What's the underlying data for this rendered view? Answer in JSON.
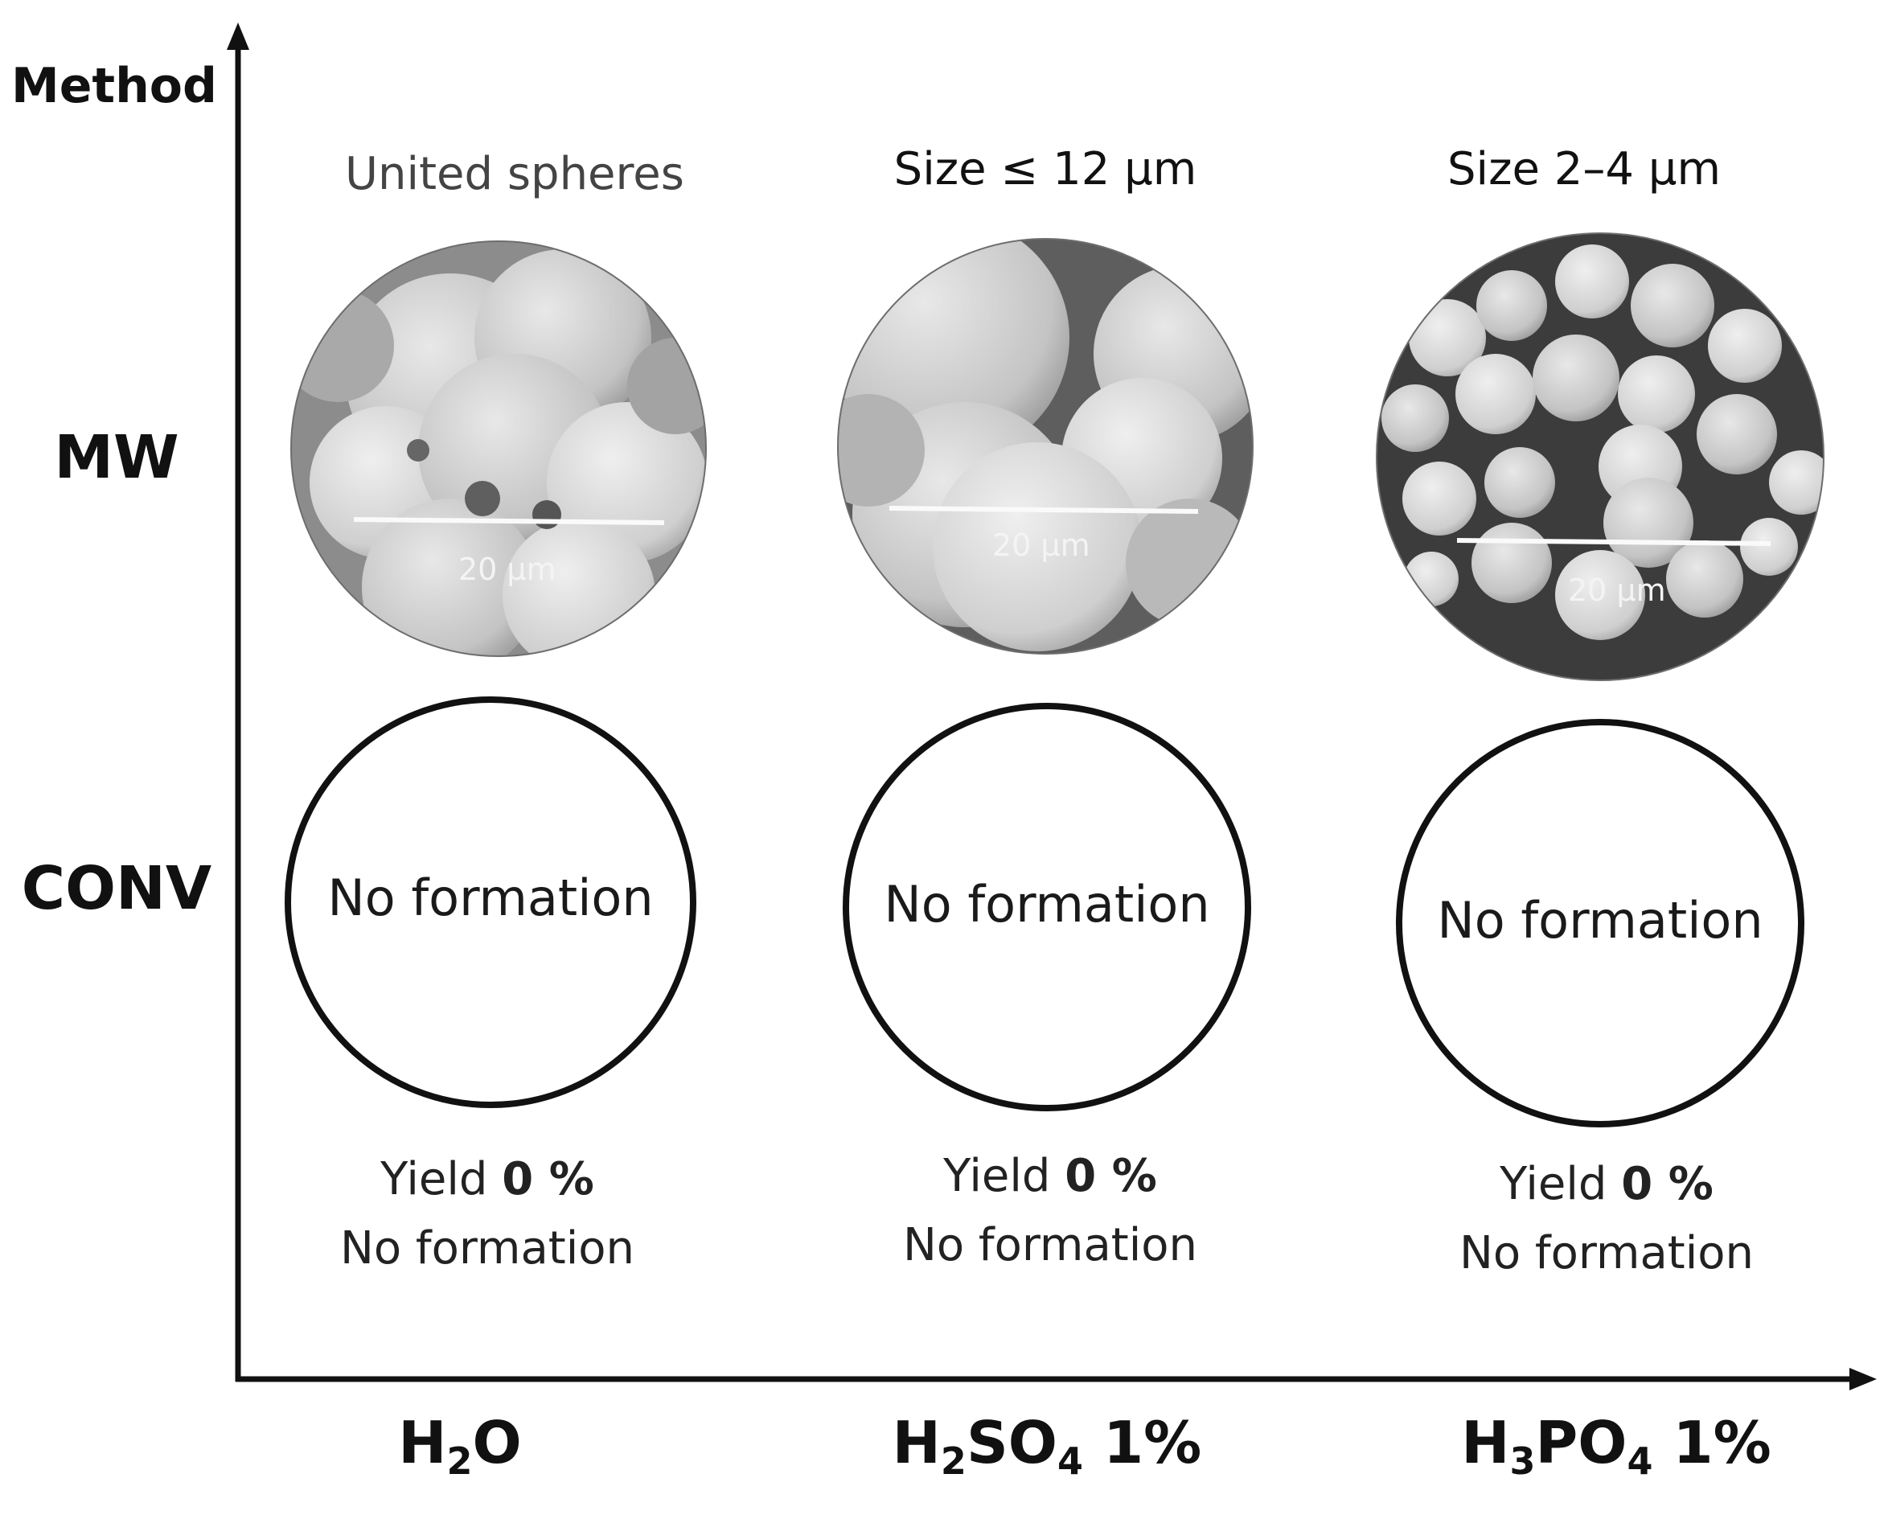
{
  "axes": {
    "y_title": "Method",
    "y_rows": [
      "MW",
      "CONV"
    ]
  },
  "columns": [
    {
      "medium": {
        "base": "H",
        "sub1": "2",
        "rest": "O",
        "sub2": "",
        "tail": ""
      },
      "mw_label": "United spheres",
      "scale_bar": "20 μm",
      "conv_text": "No formation",
      "yield_label": "Yield",
      "yield_value": "0 %",
      "yield_note": "No formation"
    },
    {
      "medium": {
        "base": "H",
        "sub1": "2",
        "rest": "SO",
        "sub2": "4",
        "tail": " 1%"
      },
      "mw_label": "Size ≤ 12 μm",
      "scale_bar": "20 μm",
      "conv_text": "No formation",
      "yield_label": "Yield",
      "yield_value": "0 %",
      "yield_note": "No formation"
    },
    {
      "medium": {
        "base": "H",
        "sub1": "3",
        "rest": "PO",
        "sub2": "4",
        "tail": " 1%"
      },
      "mw_label": "Size 2–4 μm",
      "scale_bar": "20 μm",
      "conv_text": "No formation",
      "yield_label": "Yield",
      "yield_value": "0 %",
      "yield_note": "No formation"
    }
  ]
}
